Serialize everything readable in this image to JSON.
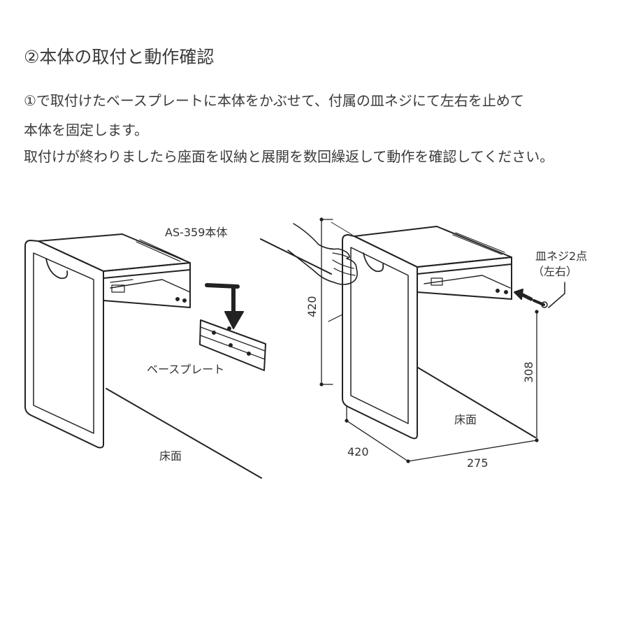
{
  "heading": "②本体の取付と動作確認",
  "instructions": [
    "①で取付けたベースプレートに本体をかぶせて、付属の皿ネジにて左右を止めて",
    "本体を固定します。",
    "取付けが終わりましたら座面を収納と展開を数回繰返して動作を確認してください。"
  ],
  "diagram": {
    "left": {
      "body_label": "AS-359本体",
      "plate_label": "ベースプレート",
      "floor_label": "床面"
    },
    "right": {
      "screw_label": "皿ネジ2点",
      "screw_sub_label": "（左右）",
      "height_dim": "420",
      "mount_height_dim": "308",
      "width_dim": "420",
      "depth_dim": "275",
      "floor_label": "床面"
    }
  }
}
